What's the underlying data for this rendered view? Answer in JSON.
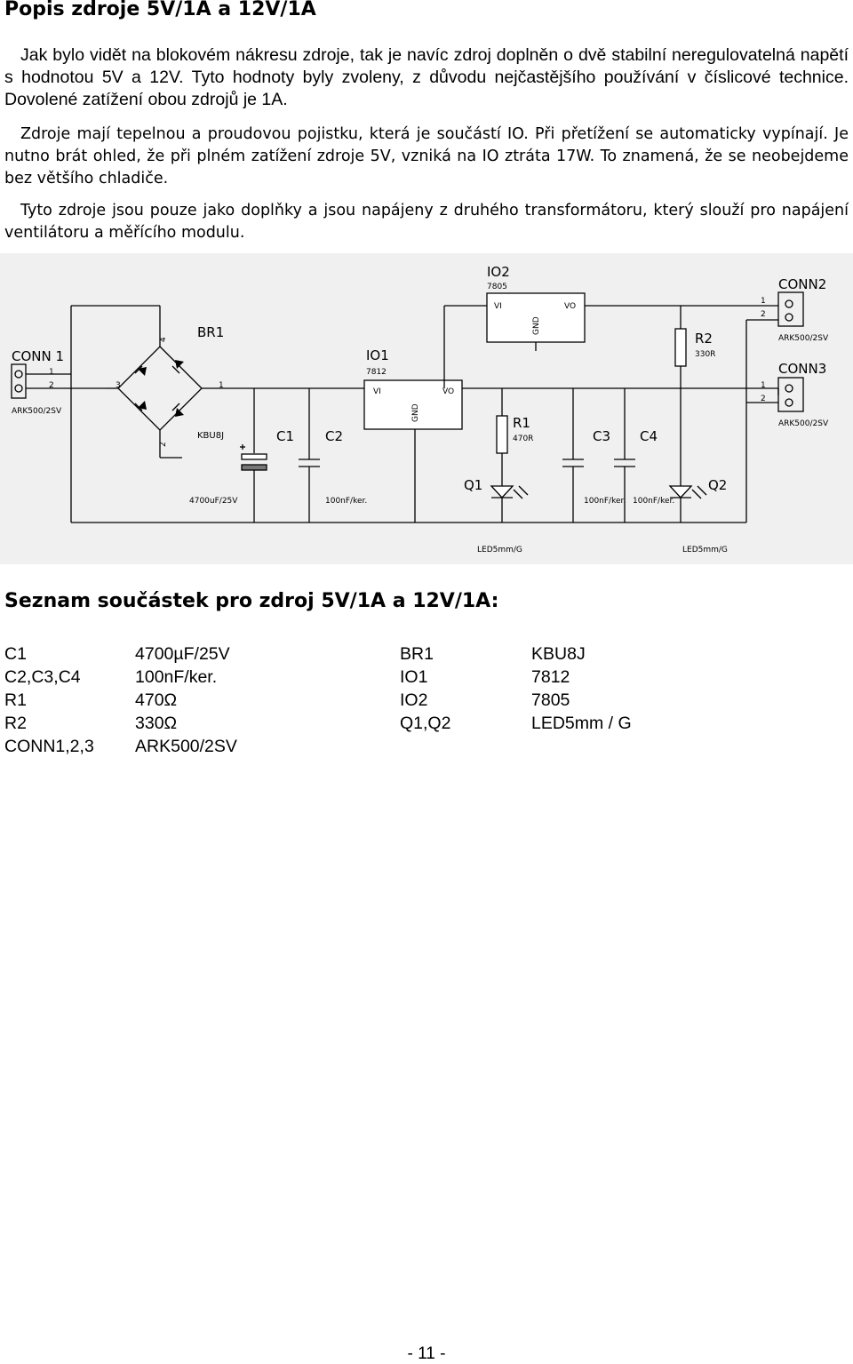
{
  "title": "Popis zdroje 5V/1A a 12V/1A",
  "paragraphs": [
    "Jak bylo vidět na blokovém nákresu zdroje, tak je navíc zdroj doplněn o dvě stabilní neregulovatelná napětí s hodnotou 5V a 12V. Tyto hodnoty byly zvoleny, z důvodu nejčastějšího používání v číslicové technice. Dovolené zatížení obou zdrojů je 1A.",
    "Zdroje mají tepelnou a proudovou pojistku, která je součástí IO. Při přetížení se automaticky vypínají. Je nutno brát ohled, že při plném zatížení zdroje 5V, vzniká na IO ztráta 17W. To znamená, že se neobejdeme bez většího chladiče.",
    "Tyto zdroje jsou pouze jako doplňky a jsou napájeny z druhého transformátoru, který slouží pro napájení ventilátoru a měřícího modulu."
  ],
  "schematic": {
    "conn1": {
      "name": "CONN 1",
      "type": "ARK500/2SV",
      "pin1": "1",
      "pin2": "2"
    },
    "br1": {
      "name": "BR1",
      "type": "KBU8J",
      "pin1": "1",
      "pin2": "2",
      "pin3": "3",
      "pin4": "4"
    },
    "c1": {
      "name": "C1",
      "value": "4700uF/25V"
    },
    "c2": {
      "name": "C2",
      "value": "100nF/ker."
    },
    "io1": {
      "name": "IO1",
      "type": "7812",
      "vi": "VI",
      "vo": "VO",
      "gnd": "GND"
    },
    "io2": {
      "name": "IO2",
      "type": "7805",
      "vi": "VI",
      "vo": "VO",
      "gnd": "GND"
    },
    "r1": {
      "name": "R1",
      "value": "470R"
    },
    "r2": {
      "name": "R2",
      "value": "330R"
    },
    "c3": {
      "name": "C3"
    },
    "c4": {
      "name": "C4",
      "value": "100nF/ker."
    },
    "q1": {
      "name": "Q1",
      "type": "LED5mm/G"
    },
    "q2": {
      "name": "Q2",
      "type": "LED5mm/G"
    },
    "conn2": {
      "name": "CONN2",
      "type": "ARK500/2SV",
      "pin1": "1",
      "pin2": "2"
    },
    "conn3": {
      "name": "CONN3",
      "type": "ARK500/2SV",
      "pin1": "1",
      "pin2": "2"
    },
    "c3_value": "100nF/ker."
  },
  "parts_heading": "Seznam součástek pro zdroj 5V/1A a 12V/1A:",
  "parts": [
    {
      "ref": "C1",
      "value": "4700µF/25V",
      "ref2": "BR1",
      "value2": "KBU8J"
    },
    {
      "ref": "C2,C3,C4",
      "value": "100nF/ker.",
      "ref2": "IO1",
      "value2": "7812"
    },
    {
      "ref": "R1",
      "value": "470Ω",
      "ref2": "IO2",
      "value2": "7805"
    },
    {
      "ref": "R2",
      "value": "330Ω",
      "ref2": "Q1,Q2",
      "value2": "LED5mm / G"
    },
    {
      "ref": "CONN1,2,3",
      "value": "ARK500/2SV",
      "ref2": "",
      "value2": ""
    }
  ],
  "page_number": "- 11 -"
}
